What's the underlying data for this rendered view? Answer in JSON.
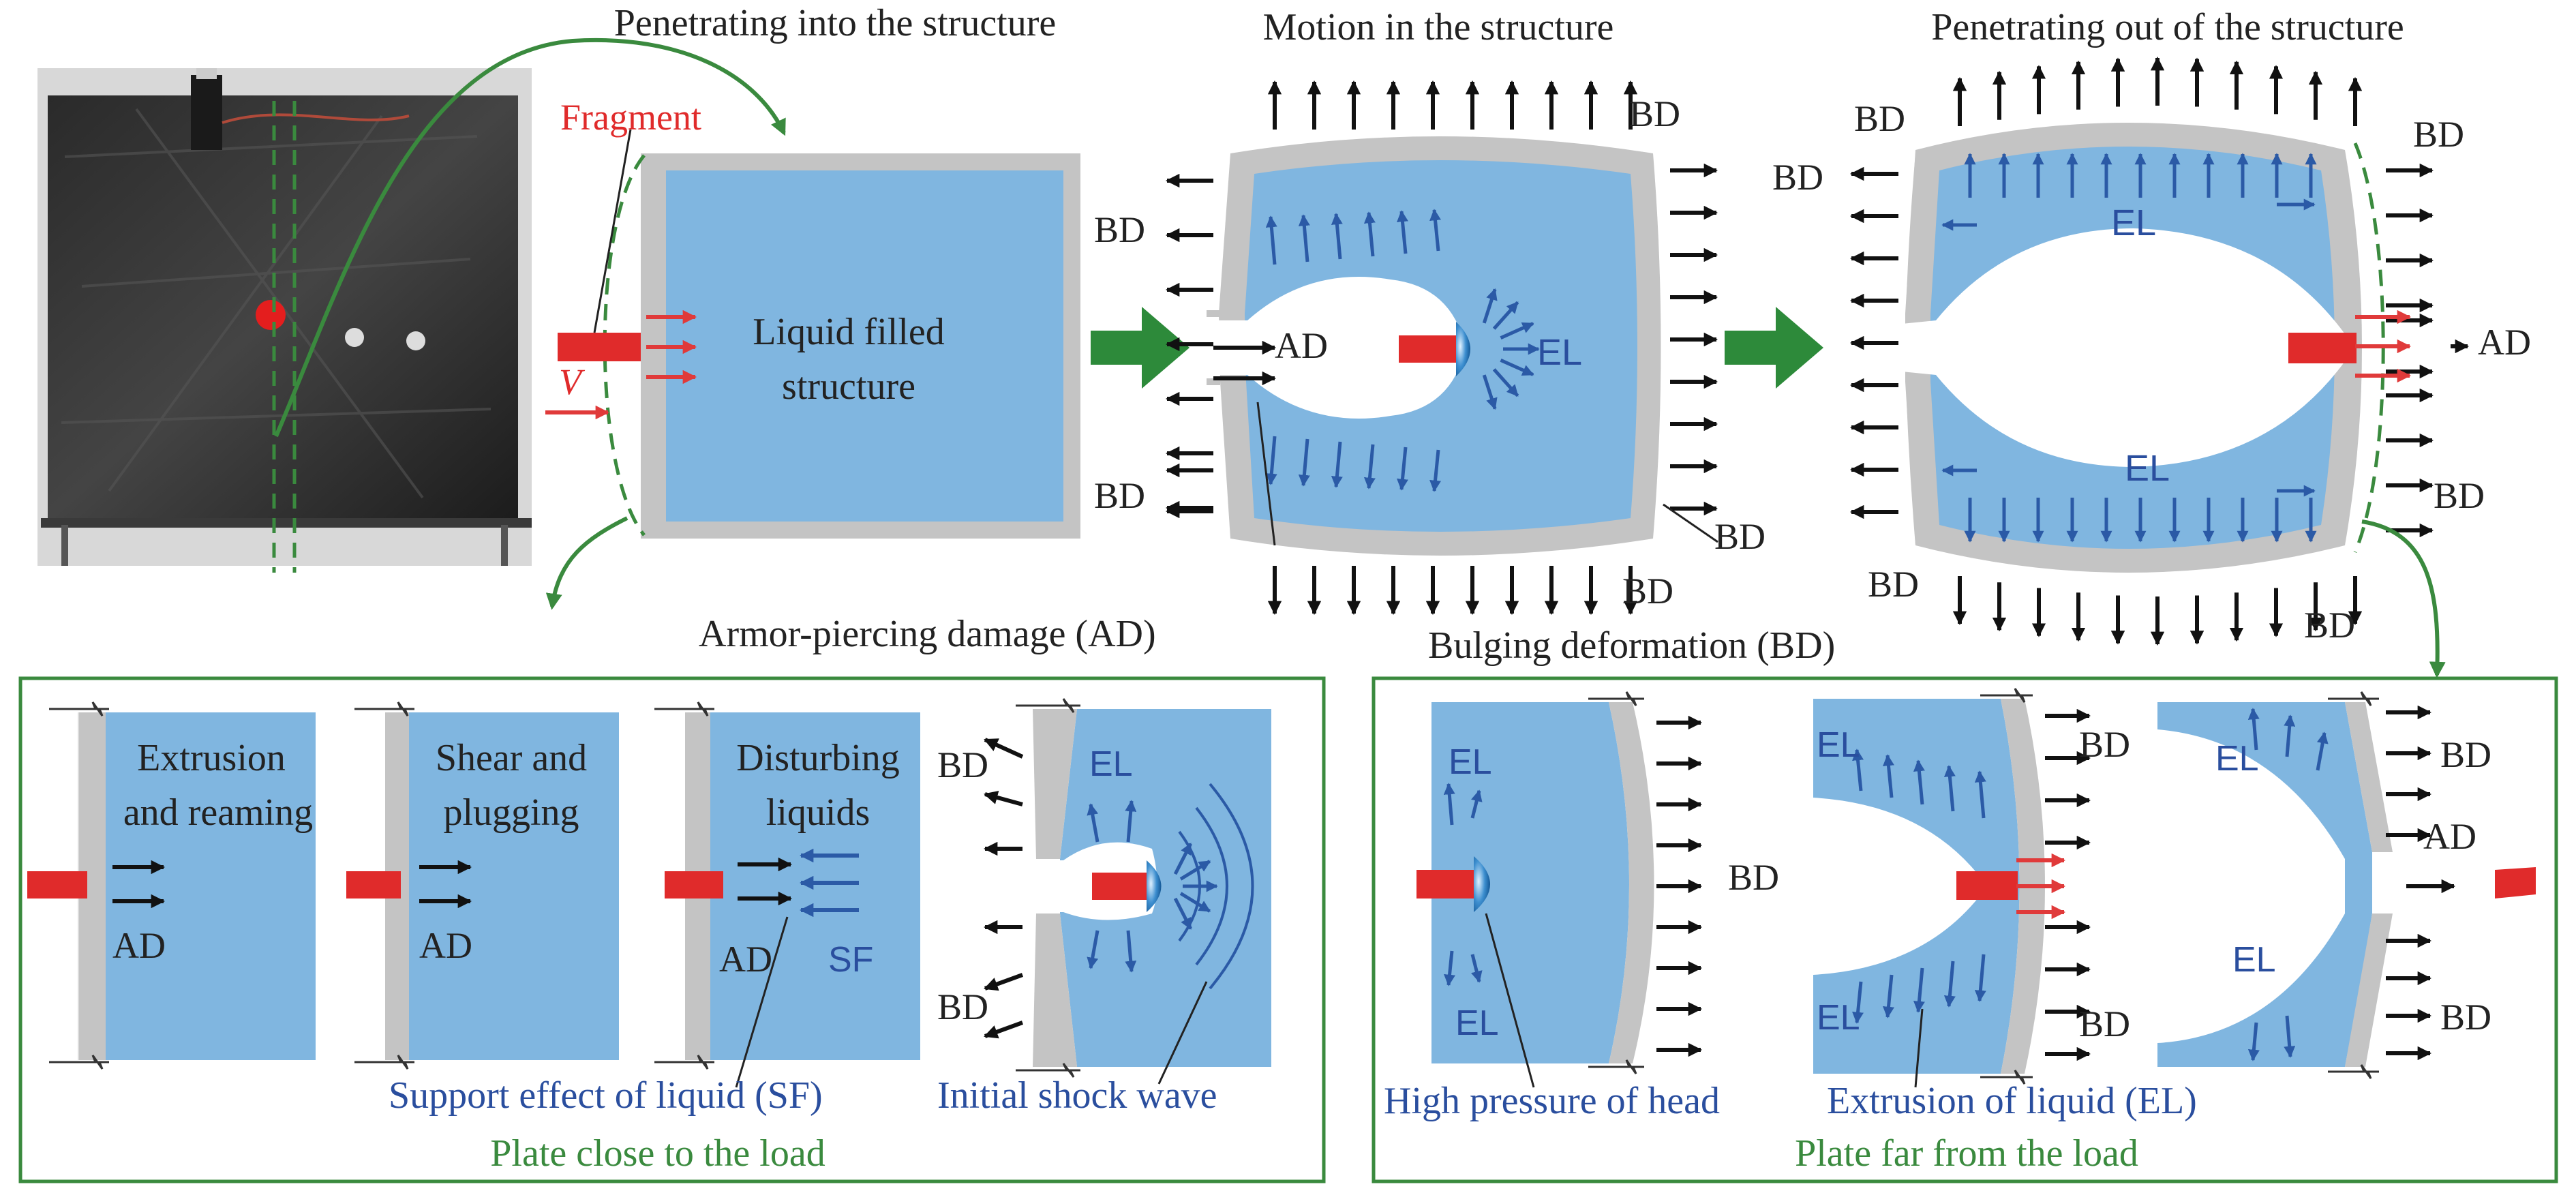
{
  "colors": {
    "liquid": "#80b6e0",
    "wall": "#c4c4c4",
    "fragment": "#e02b2b",
    "arrow_black": "#111111",
    "arrow_blue": "#2b5aa6",
    "arrow_red": "#e03a3a",
    "green": "#3a8a3e",
    "label_blue": "#2a4e9e"
  },
  "icons": [
    "photo-of-test-plate",
    "fragment-icon",
    "stage-arrow-icon",
    "shock-wave-icon"
  ],
  "top": {
    "stage1_title": "Penetrating into the structure",
    "stage2_title": "Motion in the structure",
    "stage3_title": "Penetrating out of the structure",
    "fragment_label": "Fragment",
    "velocity_label": "V",
    "liquid_line1": "Liquid filled",
    "liquid_line2": "structure",
    "ad_caption": "Armor-piercing damage (AD)",
    "bd_caption": "Bulging deformation (BD)",
    "abbr_bd": "BD",
    "abbr_ad": "AD",
    "abbr_el": "EL"
  },
  "bottom_left": {
    "panel_title": "Plate close to the load",
    "p1_line1": "Extrusion",
    "p1_line2": "and reaming",
    "p2_line1": "Shear and",
    "p2_line2": "plugging",
    "p3_line1": "Disturbing",
    "p3_line2": "liquids",
    "abbr_ad": "AD",
    "abbr_sf": "SF",
    "abbr_bd": "BD",
    "abbr_el": "EL",
    "sf_caption": "Support effect of liquid (SF)",
    "shock_caption": "Initial shock wave"
  },
  "bottom_right": {
    "panel_title": "Plate far from the load",
    "abbr_el": "EL",
    "abbr_bd": "BD",
    "abbr_ad": "AD",
    "head_caption": "High pressure of head",
    "el_caption": "Extrusion of liquid (EL)"
  }
}
